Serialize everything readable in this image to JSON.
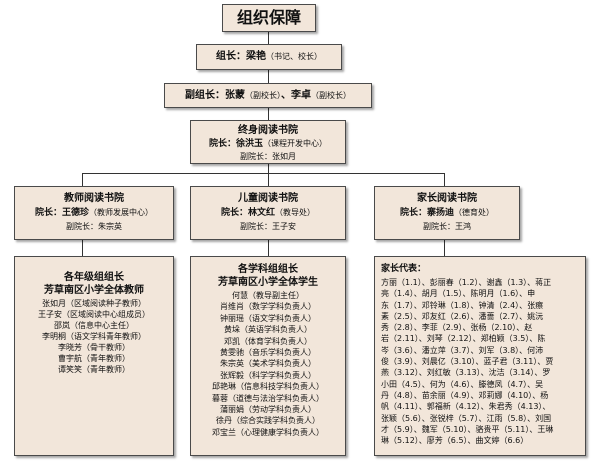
{
  "title": "组织保障",
  "leader": {
    "label": "组长：",
    "name": "梁艳",
    "note": "（书记、校长）"
  },
  "deputy": {
    "label": "副组长：",
    "name1": "张蒙",
    "note1": "（副校长）",
    "sep": "、",
    "name2": "李卓",
    "note2": "（副校长）"
  },
  "central": {
    "title": "终身阅读书院",
    "dean_label": "院长：",
    "dean_name": "徐洪玉",
    "dean_note": "（课程开发中心）",
    "vice": "副院长：张如月"
  },
  "branches": [
    {
      "title": "教师阅读书院",
      "dean_label": "院长：",
      "dean_name": "王德珍",
      "dean_note": "（教师发展中心）",
      "vice": "副院长：朱宗英",
      "detail_title1": "各年级组组长",
      "detail_title2": "芳草南区小学全体教师",
      "members": [
        "张如月（区域阅读种子教师）",
        "王子安（区域阅读中心组成员）",
        "邵岚（信息中心主任）",
        "李明桐（语文学科青年教师）",
        "李晓芳（骨干教师）",
        "曹宇航（青年教师）",
        "谭笑笑（青年教师）"
      ]
    },
    {
      "title": "儿童阅读书院",
      "dean_label": "院长：",
      "dean_name": "林文红",
      "dean_note": "（教导处）",
      "vice": "副院长：王子安",
      "detail_title1": "各学科组组长",
      "detail_title2": "芳草南区小学全体学生",
      "members": [
        "何慧（教导副主任）",
        "肖维肖（数学学科负责人）",
        "钟丽瑶（语文学科负责人）",
        "黄垛（英语学科负责人）",
        "邓凯（体育学科负责人）",
        "黄雯驰（音乐学科负责人）",
        "朱宗英（美术学科负责人）",
        "张辉毅（科学学科负责人）",
        "邱艳琳（信息科技学科负责人）",
        "暮蓉（道德与法治学科负责人）",
        "蒲丽娟（劳动学科负责人）",
        "徐丹（综合实践学科负责人）",
        "邓宝兰（心理健康学科负责人）"
      ]
    },
    {
      "title": "家长阅读书院",
      "dean_label": "院长：",
      "dean_name": "寨扬迪",
      "dean_note": "（德育处）",
      "vice": "副院长：王鸿",
      "detail_title": "家长代表：",
      "lines": [
        "方丽（1.1）、彭丽春（1.2）、谢鑫（1.3）、蒋正",
        "亮（1.4）、胡月（1.5）、陈明月（1.6）、申",
        "东（1.7）、邓铃琳（1.8）、钟清（2.4）、张瘵",
        "素（2.5）、邓友红（2.6）、潘蔷（2.7）、姚沅",
        "秀（2.8）、李菲（2.9）、张杨（2.10）、赵",
        "岩（2.11）、刘琴（2.12）、郑柏颖（3.5）、陈",
        "岑（3.6）、潘立萍（3.7）、刘军（3.8）、何沛",
        "俊（3.9）、刘晨亿（3.10）、蓝子君（3.11）、贾",
        "燕（3.12）、刘红敏（3.13）、沈洁（3.14）、罗",
        "小田（4.5）、何为（4.6）、滕德凤（4.7）、吴",
        "丹（4.8）、苗余丽（4.9）、邓莉娜（4.10）、杨",
        "帆（4.11）、郭福新（4.12）、朱君秀（4.13）、",
        "张颖（5.6）、张锐梓（5.7）、江雨（5.8）、刘国",
        "才（5.9）、魏军（5.10）、骆贵平（5.11）、王琳",
        "琳（5.12）、廖芳（6.5）、曲文婷（6.6）"
      ]
    }
  ]
}
